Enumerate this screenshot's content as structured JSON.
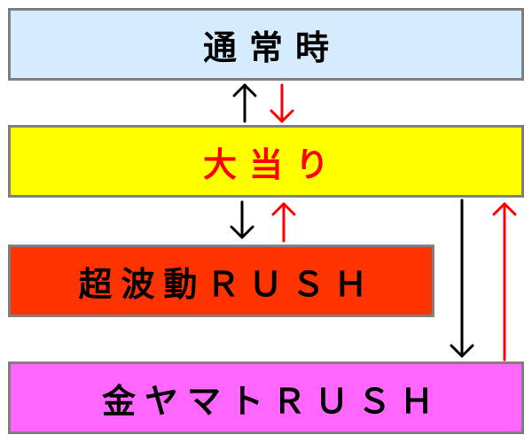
{
  "nodes": {
    "normal": {
      "label": "通常時",
      "fill": "#d4ecfd"
    },
    "jackpot": {
      "label": "大当り",
      "fill": "#ffff00",
      "text_color": "#ff0000"
    },
    "rush1": {
      "label": "超波動ＲＵＳＨ",
      "fill": "#ff3300"
    },
    "rush2": {
      "label": "金ヤマトＲＵＳＨ",
      "fill": "#ff66ff"
    }
  },
  "edges": [
    {
      "from": "jackpot",
      "to": "normal",
      "color": "#000000"
    },
    {
      "from": "normal",
      "to": "jackpot",
      "color": "#ff0000"
    },
    {
      "from": "jackpot",
      "to": "rush1",
      "color": "#000000"
    },
    {
      "from": "rush1",
      "to": "jackpot",
      "color": "#ff0000"
    },
    {
      "from": "jackpot",
      "to": "rush2",
      "color": "#000000"
    },
    {
      "from": "rush2",
      "to": "jackpot",
      "color": "#ff0000"
    }
  ],
  "colors": {
    "border": "#808080",
    "arrow_black": "#000000",
    "arrow_red": "#ff0000"
  }
}
